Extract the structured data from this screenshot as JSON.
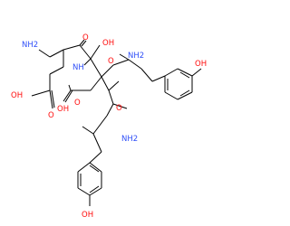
{
  "atom_labels": {
    "nh2_top_left": "NH2",
    "o_ketone_top": "O",
    "oh_acid_top": "OH",
    "nh2_central": "NH",
    "o_ketone_right": "O",
    "nh2_right": "NH2",
    "oh_phenol_right": "OH",
    "oh_glu_acid": "OH",
    "o_glu_acid": "O",
    "oh_acid_mid": "OH",
    "o_acid_mid": "O",
    "o_ketone_lower": "O",
    "nh2_lower": "NH2",
    "oh_phenol_bottom": "OH"
  },
  "colors": {
    "oxygen": "#ff0d0d",
    "nitrogen": "#3050f8",
    "bond": "#000000"
  }
}
